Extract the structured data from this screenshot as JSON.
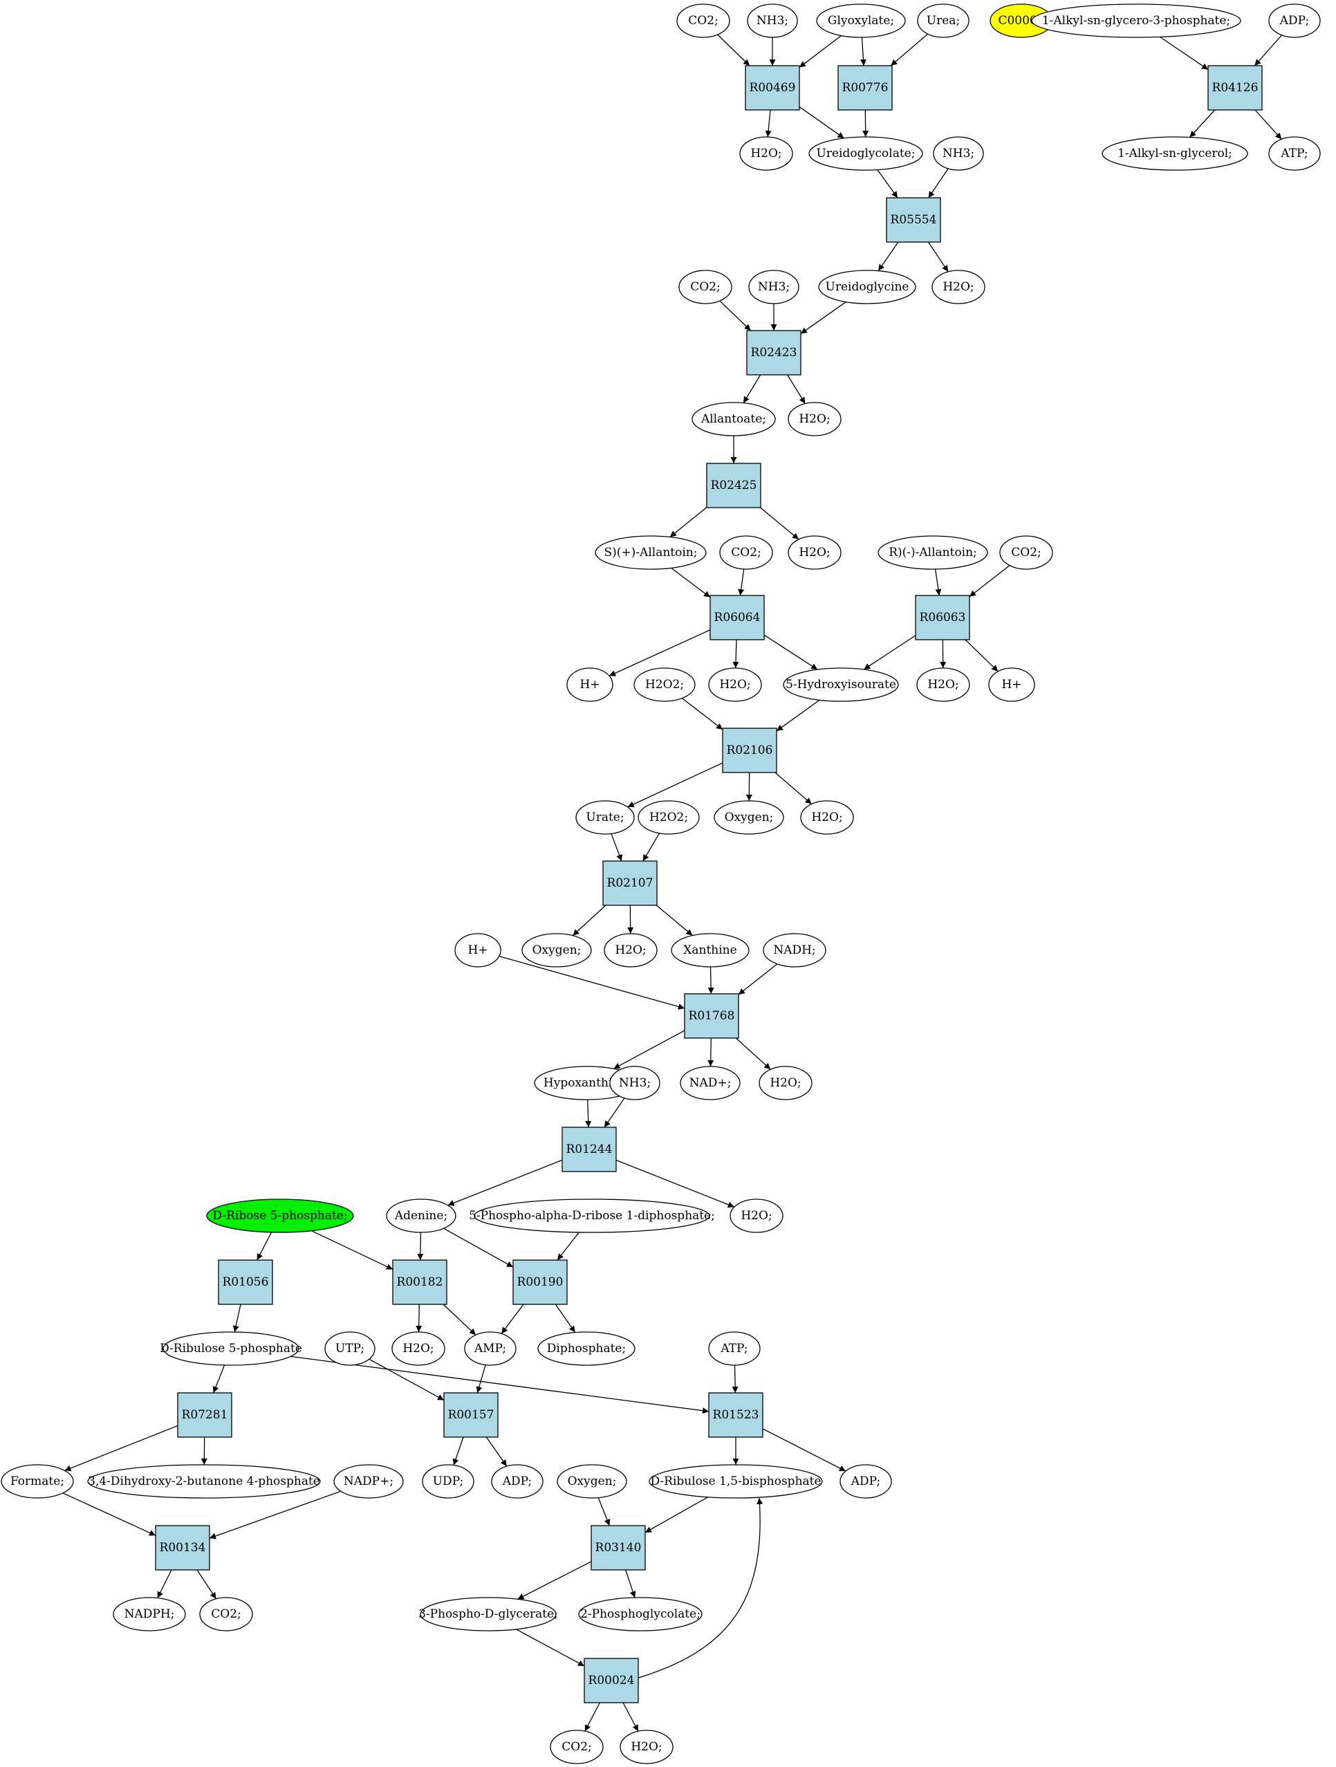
{
  "colors": {
    "reaction_fill": "#add8e6",
    "compound_fill": "#ffffff",
    "start_fill": "#00ee00",
    "target_fill": "#ffff00",
    "stroke": "#000000"
  },
  "nodes": [
    {
      "id": "co2_1",
      "label": "CO2;",
      "shape": "ellipse"
    },
    {
      "id": "nh3_1",
      "label": "NH3;",
      "shape": "ellipse"
    },
    {
      "id": "glyox",
      "label": "Glyoxylate;",
      "shape": "ellipse"
    },
    {
      "id": "urea",
      "label": "Urea;",
      "shape": "ellipse"
    },
    {
      "id": "c00002",
      "label": "C00002",
      "shape": "ellipse",
      "fill": "target"
    },
    {
      "id": "alkylgp",
      "label": "1-Alkyl-sn-glycero-3-phosphate;",
      "shape": "ellipse"
    },
    {
      "id": "adp_top",
      "label": "ADP;",
      "shape": "ellipse"
    },
    {
      "id": "R00469",
      "label": "R00469",
      "shape": "box"
    },
    {
      "id": "R00776",
      "label": "R00776",
      "shape": "box"
    },
    {
      "id": "R04126",
      "label": "R04126",
      "shape": "box"
    },
    {
      "id": "h2o_1",
      "label": "H2O;",
      "shape": "ellipse"
    },
    {
      "id": "ureidoglycolate",
      "label": "Ureidoglycolate;",
      "shape": "ellipse"
    },
    {
      "id": "nh3_2",
      "label": "NH3;",
      "shape": "ellipse"
    },
    {
      "id": "alkylg",
      "label": "1-Alkyl-sn-glycerol;",
      "shape": "ellipse"
    },
    {
      "id": "atp_top",
      "label": "ATP;",
      "shape": "ellipse"
    },
    {
      "id": "R05554",
      "label": "R05554",
      "shape": "box"
    },
    {
      "id": "co2_2",
      "label": "CO2;",
      "shape": "ellipse"
    },
    {
      "id": "nh3_3",
      "label": "NH3;",
      "shape": "ellipse"
    },
    {
      "id": "ureidoglycine",
      "label": "Ureidoglycine",
      "shape": "ellipse"
    },
    {
      "id": "h2o_2",
      "label": "H2O;",
      "shape": "ellipse"
    },
    {
      "id": "R02423",
      "label": "R02423",
      "shape": "box"
    },
    {
      "id": "allantoate",
      "label": "Allantoate;",
      "shape": "ellipse"
    },
    {
      "id": "h2o_3",
      "label": "H2O;",
      "shape": "ellipse"
    },
    {
      "id": "R02425",
      "label": "R02425",
      "shape": "box"
    },
    {
      "id": "sallantoin",
      "label": "S)(+)-Allantoin;",
      "shape": "ellipse"
    },
    {
      "id": "co2_3",
      "label": "CO2;",
      "shape": "ellipse"
    },
    {
      "id": "h2o_4",
      "label": "H2O;",
      "shape": "ellipse"
    },
    {
      "id": "rallantoin",
      "label": "R)(-)-Allantoin;",
      "shape": "ellipse"
    },
    {
      "id": "co2_4",
      "label": "CO2;",
      "shape": "ellipse"
    },
    {
      "id": "R06064",
      "label": "R06064",
      "shape": "box"
    },
    {
      "id": "R06063",
      "label": "R06063",
      "shape": "box"
    },
    {
      "id": "hplus_1",
      "label": "H+",
      "shape": "ellipse"
    },
    {
      "id": "h2o2_1",
      "label": "H2O2;",
      "shape": "ellipse"
    },
    {
      "id": "h2o_5",
      "label": "H2O;",
      "shape": "ellipse"
    },
    {
      "id": "hydroxyisourate",
      "label": "5-Hydroxyisourate",
      "shape": "ellipse"
    },
    {
      "id": "h2o_6",
      "label": "H2O;",
      "shape": "ellipse"
    },
    {
      "id": "hplus_2",
      "label": "H+",
      "shape": "ellipse"
    },
    {
      "id": "R02106",
      "label": "R02106",
      "shape": "box"
    },
    {
      "id": "urate",
      "label": "Urate;",
      "shape": "ellipse"
    },
    {
      "id": "h2o2_2",
      "label": "H2O2;",
      "shape": "ellipse"
    },
    {
      "id": "oxygen_1",
      "label": "Oxygen;",
      "shape": "ellipse"
    },
    {
      "id": "h2o_7",
      "label": "H2O;",
      "shape": "ellipse"
    },
    {
      "id": "R02107",
      "label": "R02107",
      "shape": "box"
    },
    {
      "id": "hplus_3",
      "label": "H+",
      "shape": "ellipse"
    },
    {
      "id": "oxygen_2",
      "label": "Oxygen;",
      "shape": "ellipse"
    },
    {
      "id": "h2o_8",
      "label": "H2O;",
      "shape": "ellipse"
    },
    {
      "id": "xanthine",
      "label": "Xanthine",
      "shape": "ellipse"
    },
    {
      "id": "nadh",
      "label": "NADH;",
      "shape": "ellipse"
    },
    {
      "id": "R01768",
      "label": "R01768",
      "shape": "box"
    },
    {
      "id": "hypoxanthine",
      "label": "Hypoxanthine;",
      "shape": "ellipse"
    },
    {
      "id": "nh3_4",
      "label": "NH3;",
      "shape": "ellipse"
    },
    {
      "id": "nadplus",
      "label": "NAD+;",
      "shape": "ellipse"
    },
    {
      "id": "h2o_9",
      "label": "H2O;",
      "shape": "ellipse"
    },
    {
      "id": "R01244",
      "label": "R01244",
      "shape": "box"
    },
    {
      "id": "ribose5p",
      "label": "D-Ribose 5-phosphate;",
      "shape": "ellipse",
      "fill": "start"
    },
    {
      "id": "adenine",
      "label": "Adenine;",
      "shape": "ellipse"
    },
    {
      "id": "prpp",
      "label": "5-Phospho-alpha-D-ribose 1-diphosphate;",
      "shape": "ellipse"
    },
    {
      "id": "h2o_10",
      "label": "H2O;",
      "shape": "ellipse"
    },
    {
      "id": "R01056",
      "label": "R01056",
      "shape": "box"
    },
    {
      "id": "R00182",
      "label": "R00182",
      "shape": "box"
    },
    {
      "id": "R00190",
      "label": "R00190",
      "shape": "box"
    },
    {
      "id": "ribulose5p",
      "label": "D-Ribulose 5-phosphate",
      "shape": "ellipse"
    },
    {
      "id": "utp",
      "label": "UTP;",
      "shape": "ellipse"
    },
    {
      "id": "h2o_11",
      "label": "H2O;",
      "shape": "ellipse"
    },
    {
      "id": "amp",
      "label": "AMP;",
      "shape": "ellipse"
    },
    {
      "id": "diphosphate",
      "label": "Diphosphate;",
      "shape": "ellipse"
    },
    {
      "id": "atp_2",
      "label": "ATP;",
      "shape": "ellipse"
    },
    {
      "id": "R07281",
      "label": "R07281",
      "shape": "box"
    },
    {
      "id": "R00157",
      "label": "R00157",
      "shape": "box"
    },
    {
      "id": "R01523",
      "label": "R01523",
      "shape": "box"
    },
    {
      "id": "formate",
      "label": "Formate;",
      "shape": "ellipse"
    },
    {
      "id": "dhbp",
      "label": "3,4-Dihydroxy-2-butanone 4-phosphate",
      "shape": "ellipse"
    },
    {
      "id": "nadpplus",
      "label": "NADP+;",
      "shape": "ellipse"
    },
    {
      "id": "udp",
      "label": "UDP;",
      "shape": "ellipse"
    },
    {
      "id": "adp_2",
      "label": "ADP;",
      "shape": "ellipse"
    },
    {
      "id": "oxygen_3",
      "label": "Oxygen;",
      "shape": "ellipse"
    },
    {
      "id": "rubp",
      "label": "D-Ribulose 1,5-bisphosphate",
      "shape": "ellipse"
    },
    {
      "id": "adp_3",
      "label": "ADP;",
      "shape": "ellipse"
    },
    {
      "id": "R00134",
      "label": "R00134",
      "shape": "box"
    },
    {
      "id": "R03140",
      "label": "R03140",
      "shape": "box"
    },
    {
      "id": "nadph",
      "label": "NADPH;",
      "shape": "ellipse"
    },
    {
      "id": "co2_5",
      "label": "CO2;",
      "shape": "ellipse"
    },
    {
      "id": "pga3",
      "label": "3-Phospho-D-glycerate;",
      "shape": "ellipse"
    },
    {
      "id": "pglycolate",
      "label": "2-Phosphoglycolate;",
      "shape": "ellipse"
    },
    {
      "id": "R00024",
      "label": "R00024",
      "shape": "box"
    },
    {
      "id": "co2_6",
      "label": "CO2;",
      "shape": "ellipse"
    },
    {
      "id": "h2o_12",
      "label": "H2O;",
      "shape": "ellipse"
    }
  ],
  "edges": [
    [
      "co2_1",
      "R00469"
    ],
    [
      "nh3_1",
      "R00469"
    ],
    [
      "glyox",
      "R00469"
    ],
    [
      "glyox",
      "R00776"
    ],
    [
      "urea",
      "R00776"
    ],
    [
      "alkylgp",
      "R04126"
    ],
    [
      "adp_top",
      "R04126"
    ],
    [
      "R00469",
      "h2o_1"
    ],
    [
      "R00469",
      "ureidoglycolate"
    ],
    [
      "R00776",
      "ureidoglycolate"
    ],
    [
      "R04126",
      "alkylg"
    ],
    [
      "R04126",
      "atp_top"
    ],
    [
      "ureidoglycolate",
      "R05554"
    ],
    [
      "nh3_2",
      "R05554"
    ],
    [
      "R05554",
      "ureidoglycine"
    ],
    [
      "R05554",
      "h2o_2"
    ],
    [
      "co2_2",
      "R02423"
    ],
    [
      "nh3_3",
      "R02423"
    ],
    [
      "ureidoglycine",
      "R02423"
    ],
    [
      "R02423",
      "allantoate"
    ],
    [
      "R02423",
      "h2o_3"
    ],
    [
      "allantoate",
      "R02425"
    ],
    [
      "R02425",
      "sallantoin"
    ],
    [
      "R02425",
      "h2o_4"
    ],
    [
      "sallantoin",
      "R06064"
    ],
    [
      "co2_3",
      "R06064"
    ],
    [
      "rallantoin",
      "R06063"
    ],
    [
      "co2_4",
      "R06063"
    ],
    [
      "R06064",
      "hplus_1"
    ],
    [
      "R06064",
      "h2o_5"
    ],
    [
      "R06064",
      "hydroxyisourate"
    ],
    [
      "R06063",
      "hydroxyisourate"
    ],
    [
      "R06063",
      "h2o_6"
    ],
    [
      "R06063",
      "hplus_2"
    ],
    [
      "h2o2_1",
      "R02106"
    ],
    [
      "hydroxyisourate",
      "R02106"
    ],
    [
      "R02106",
      "urate"
    ],
    [
      "R02106",
      "oxygen_1"
    ],
    [
      "R02106",
      "h2o_7"
    ],
    [
      "urate",
      "R02107"
    ],
    [
      "h2o2_2",
      "R02107"
    ],
    [
      "R02107",
      "oxygen_2"
    ],
    [
      "R02107",
      "h2o_8"
    ],
    [
      "R02107",
      "xanthine"
    ],
    [
      "hplus_3",
      "R01768"
    ],
    [
      "xanthine",
      "R01768"
    ],
    [
      "nadh",
      "R01768"
    ],
    [
      "R01768",
      "hypoxanthine"
    ],
    [
      "R01768",
      "nadplus"
    ],
    [
      "R01768",
      "h2o_9"
    ],
    [
      "hypoxanthine",
      "R01244"
    ],
    [
      "nh3_4",
      "R01244"
    ],
    [
      "R01244",
      "adenine"
    ],
    [
      "R01244",
      "h2o_10"
    ],
    [
      "ribose5p",
      "R01056"
    ],
    [
      "ribose5p",
      "R00182"
    ],
    [
      "adenine",
      "R00182"
    ],
    [
      "adenine",
      "R00190"
    ],
    [
      "prpp",
      "R00190"
    ],
    [
      "R01056",
      "ribulose5p"
    ],
    [
      "R00182",
      "h2o_11"
    ],
    [
      "R00182",
      "amp"
    ],
    [
      "R00190",
      "amp"
    ],
    [
      "R00190",
      "diphosphate"
    ],
    [
      "ribulose5p",
      "R07281"
    ],
    [
      "ribulose5p",
      "R01523"
    ],
    [
      "utp",
      "R00157"
    ],
    [
      "amp",
      "R00157"
    ],
    [
      "atp_2",
      "R01523"
    ],
    [
      "R07281",
      "formate"
    ],
    [
      "R07281",
      "dhbp"
    ],
    [
      "R00157",
      "udp"
    ],
    [
      "R00157",
      "adp_2"
    ],
    [
      "R01523",
      "rubp"
    ],
    [
      "R01523",
      "adp_3"
    ],
    [
      "formate",
      "R00134"
    ],
    [
      "nadpplus",
      "R00134"
    ],
    [
      "oxygen_3",
      "R03140"
    ],
    [
      "rubp",
      "R03140"
    ],
    [
      "R00134",
      "nadph"
    ],
    [
      "R00134",
      "co2_5"
    ],
    [
      "R03140",
      "pga3"
    ],
    [
      "R03140",
      "pglycolate"
    ],
    [
      "pga3",
      "R00024"
    ],
    [
      "R00024",
      "co2_6"
    ],
    [
      "R00024",
      "h2o_12"
    ],
    [
      "R00024",
      "rubp"
    ]
  ]
}
